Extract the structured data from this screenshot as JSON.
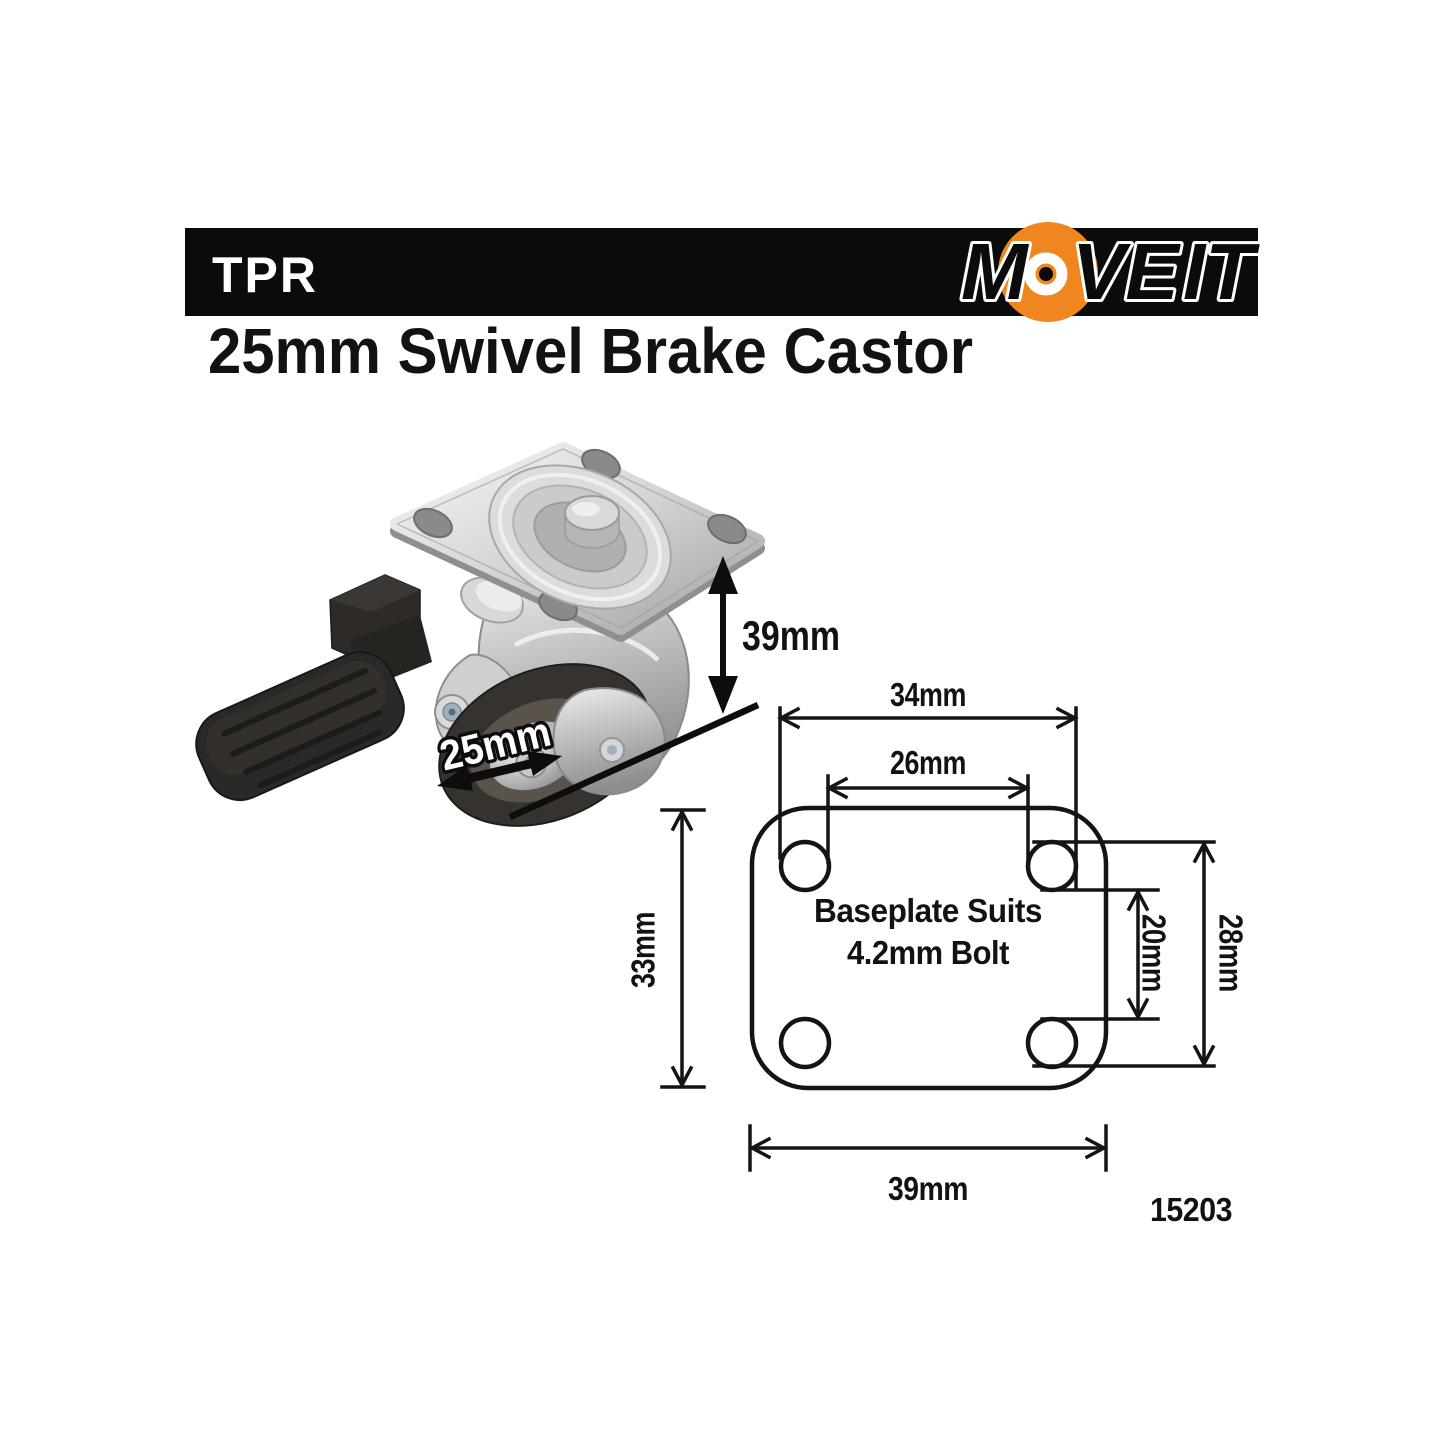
{
  "brand_bar": {
    "category_label": "TPR",
    "logo": {
      "part1": "M",
      "part2": "VE",
      "part3": "IT"
    }
  },
  "title": "25mm Swivel Brake Castor",
  "photo_annotations": {
    "overall_height": "39mm",
    "wheel_diameter": "25mm"
  },
  "baseplate_diagram": {
    "hole_span_width_outer": "34mm",
    "hole_span_width_inner": "26mm",
    "plate_height": "33mm",
    "hole_span_height_inner": "20mm",
    "hole_span_height_outer": "28mm",
    "plate_width": "39mm",
    "note_line1": "Baseplate Suits",
    "note_line2": "4.2mm Bolt"
  },
  "product_code": "15203",
  "colors": {
    "bar_black": "#0b0b0b",
    "logo_orange": "#F0861F",
    "ink": "#121212",
    "chrome_light": "#f4f4f4",
    "chrome_dark": "#9a9a9a",
    "tire_dark": "#36322e",
    "brake_black": "#2b2927"
  }
}
